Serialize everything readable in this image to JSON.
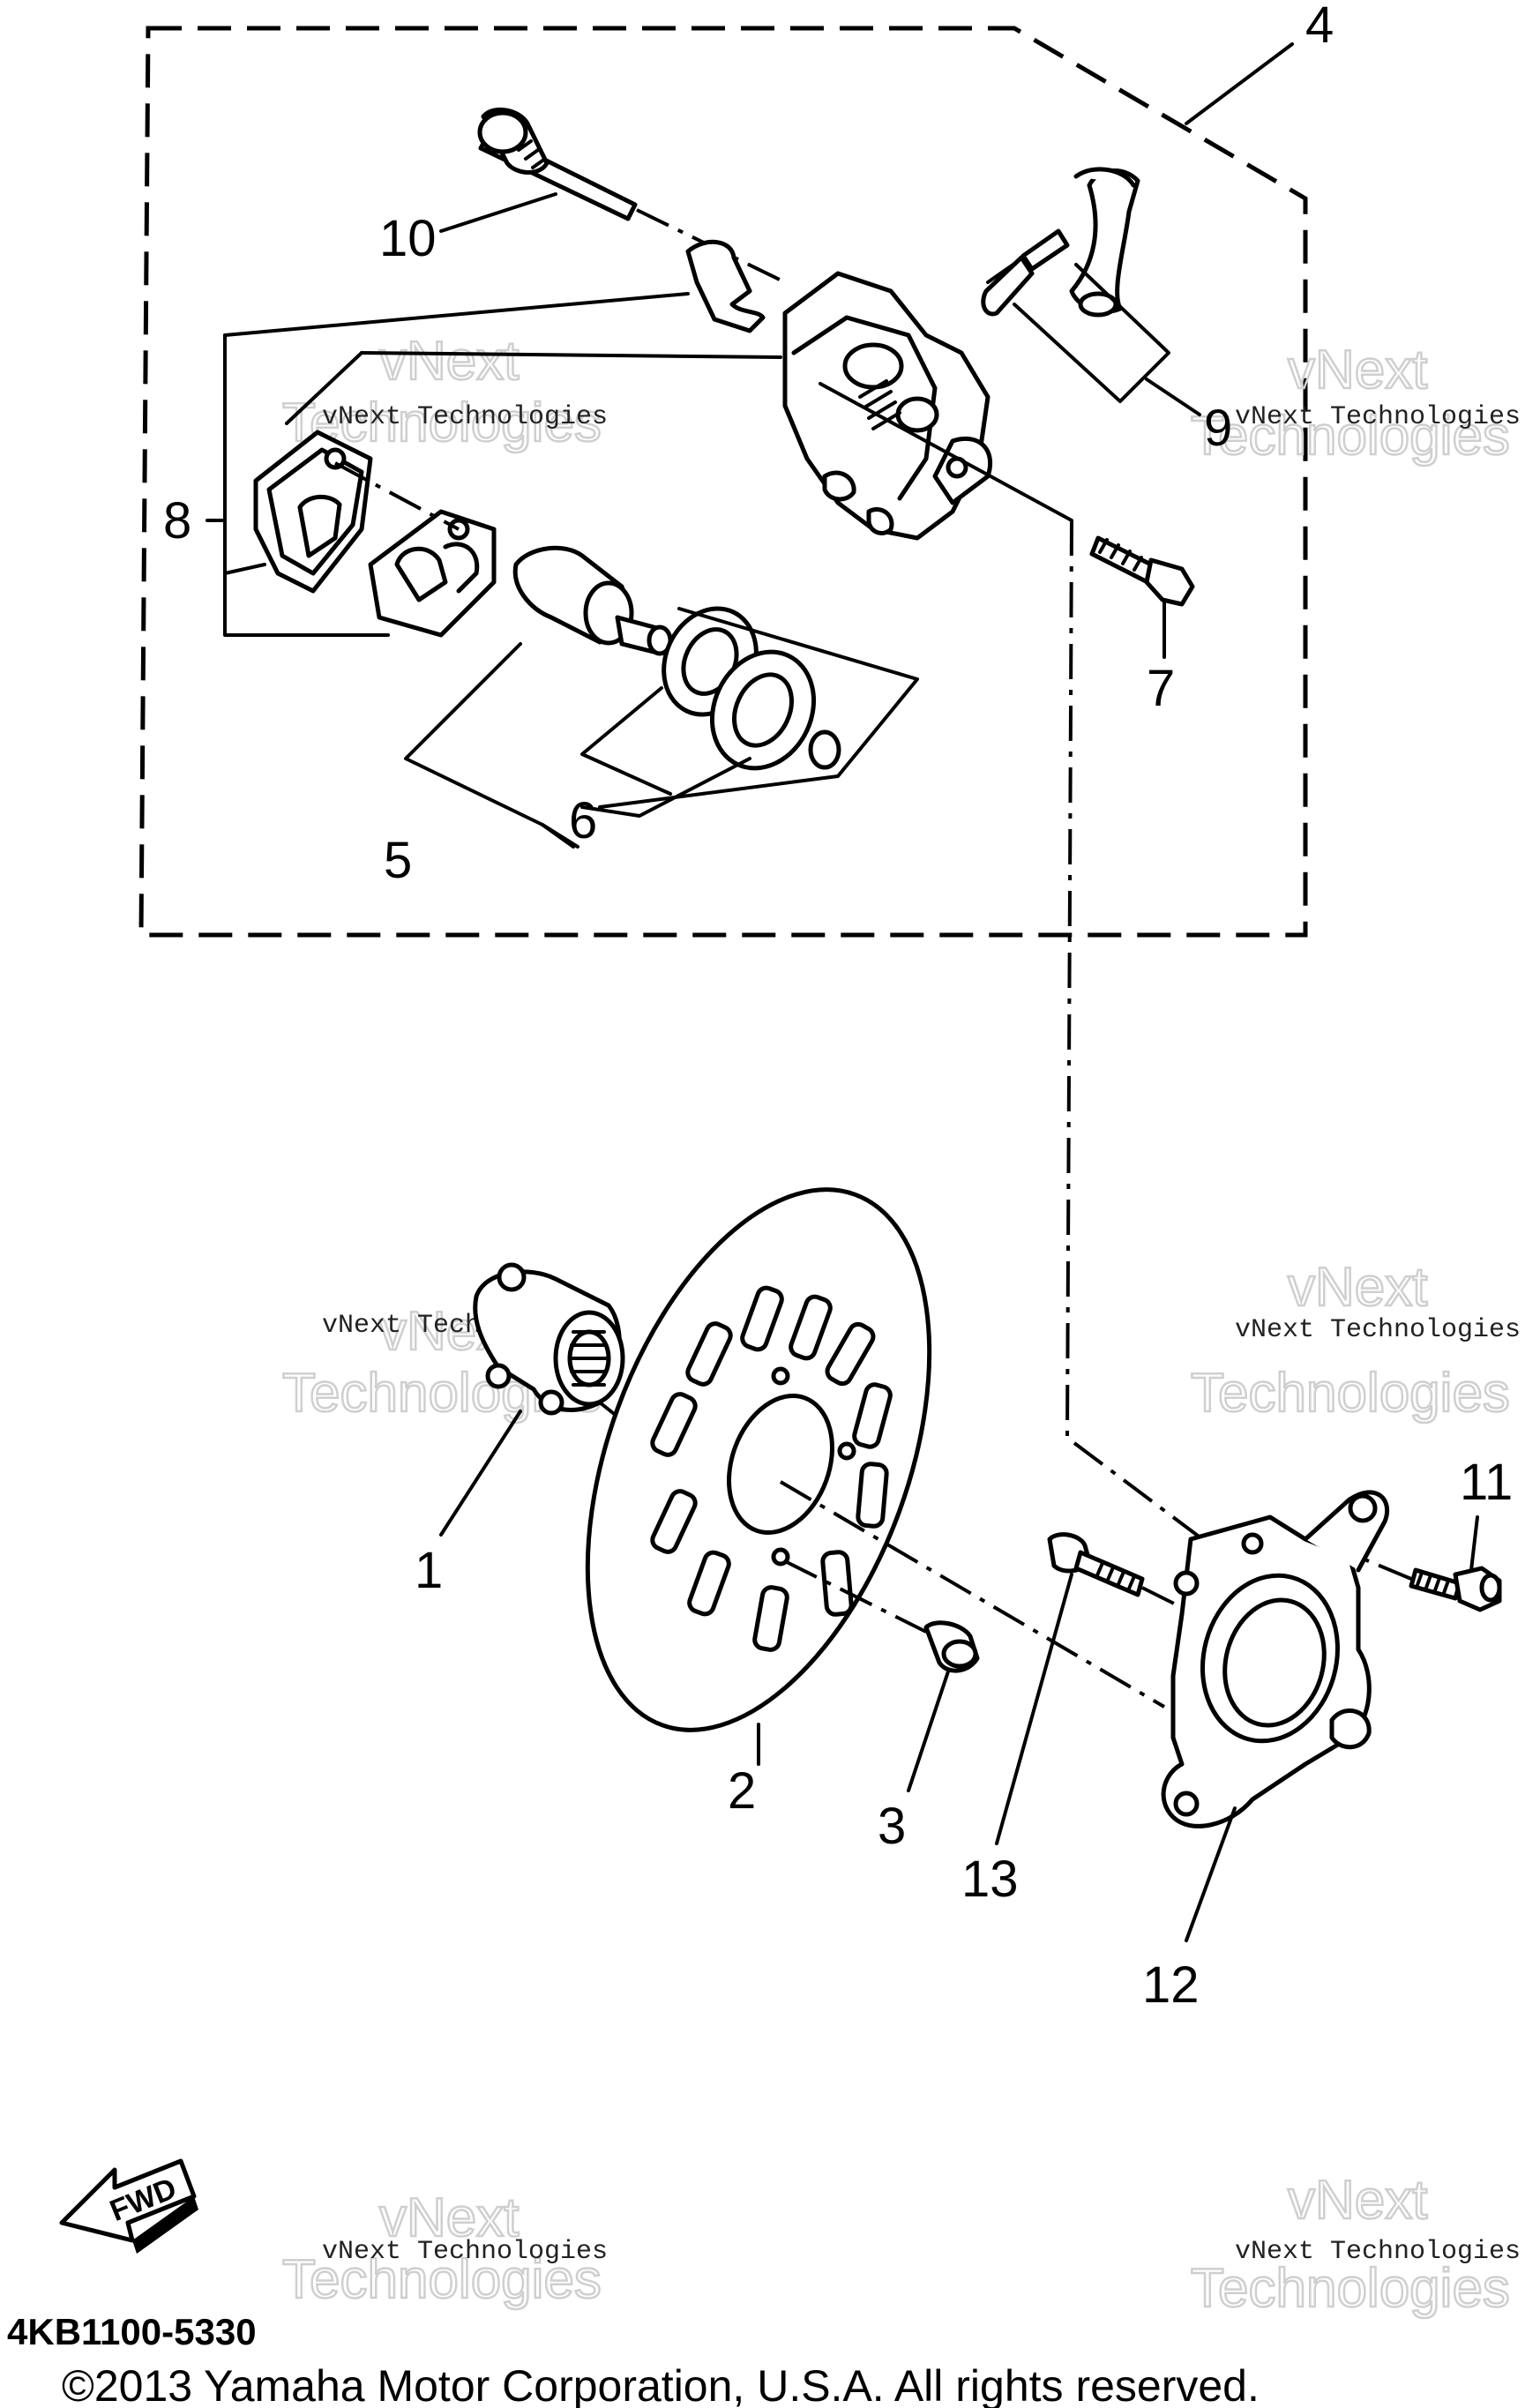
{
  "diagram": {
    "callouts": [
      "1",
      "2",
      "3",
      "4",
      "5",
      "6",
      "7",
      "8",
      "9",
      "10",
      "11",
      "12",
      "13"
    ],
    "watermark_line1": "vNext Technologies",
    "watermark_line2": "vNext",
    "watermark_line3": "Technologies",
    "fwd_label": "FWD",
    "part_code": "4KB1100-5330",
    "copyright": "©2013 Yamaha Motor Corporation, U.S.A. All rights reserved."
  }
}
